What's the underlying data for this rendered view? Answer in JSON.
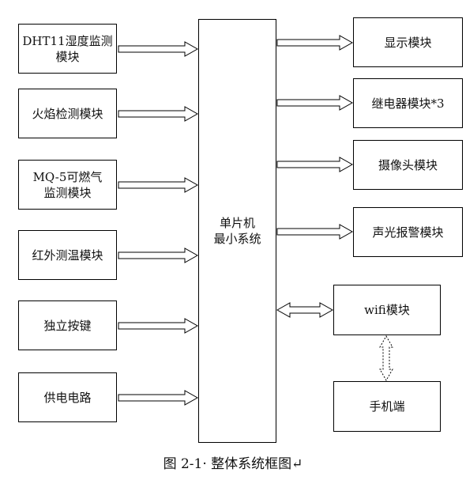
{
  "inputs": [
    {
      "id": "dht11",
      "label": "DHT11湿度监测\n模块"
    },
    {
      "id": "flame",
      "label": "火焰检测模块"
    },
    {
      "id": "mq5",
      "label": "MQ-5可燃气\n监测模块"
    },
    {
      "id": "ir-temp",
      "label": "红外测温模块"
    },
    {
      "id": "key",
      "label": "独立按键"
    },
    {
      "id": "power",
      "label": "供电电路"
    }
  ],
  "mcu": {
    "label": "单片机\n最小系统"
  },
  "outputs": [
    {
      "id": "display",
      "label": "显示模块"
    },
    {
      "id": "relay",
      "label": "继电器模块*3"
    },
    {
      "id": "camera",
      "label": "摄像头模块"
    },
    {
      "id": "alarm",
      "label": "声光报警模块"
    }
  ],
  "wifi": {
    "label": "wifi模块"
  },
  "phone": {
    "label": "手机端"
  },
  "caption": {
    "text": "图 2-1· 整体系统框图↵"
  }
}
